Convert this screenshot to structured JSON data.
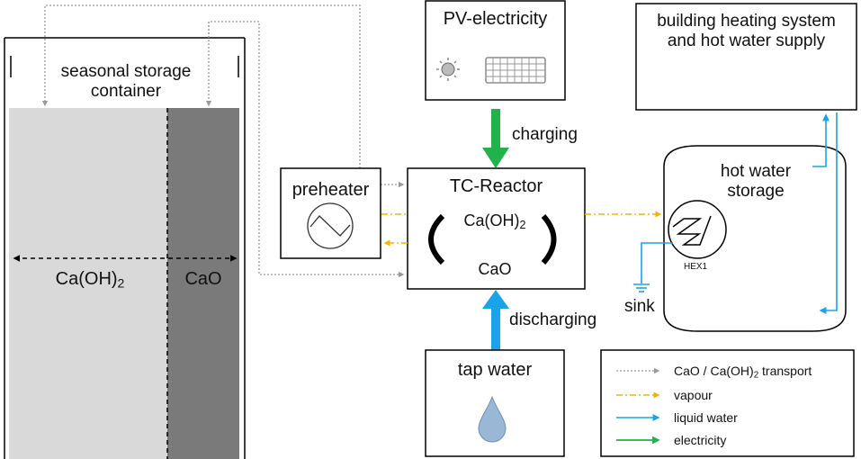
{
  "storage": {
    "title_line1": "seasonal storage",
    "title_line2": "container",
    "left_label_base": "Ca(OH)",
    "left_label_sub": "2",
    "right_label": "CaO"
  },
  "pv": {
    "title": "PV-electricity",
    "sun_icon": "sun-icon",
    "panel_icon": "solar-panel-icon"
  },
  "building": {
    "line1": "building heating system",
    "line2": "and hot water supply"
  },
  "flows": {
    "charging": "charging",
    "discharging": "discharging",
    "sink": "sink"
  },
  "preheater": {
    "title": "preheater"
  },
  "reactor": {
    "title": "TC-Reactor",
    "top_base": "Ca(OH)",
    "top_sub": "2",
    "bottom": "CaO"
  },
  "storage_tank": {
    "line1": "hot water",
    "line2": "storage",
    "hex_label": "HEX1"
  },
  "tap": {
    "title": "tap water",
    "icon": "water-drop-icon"
  },
  "legend": {
    "transport_base": "CaO / Ca(OH)",
    "transport_sub": "2",
    "transport_suffix": " transport",
    "vapour": "vapour",
    "liquid": "liquid water",
    "electricity": "electricity"
  },
  "colors": {
    "transport": "#999999",
    "vapour": "#f5b400",
    "liquid": "#1aa3e8",
    "electricity": "#21b24b",
    "caoh2_fill": "#d9d9d9",
    "cao_fill": "#7a7a7a"
  }
}
